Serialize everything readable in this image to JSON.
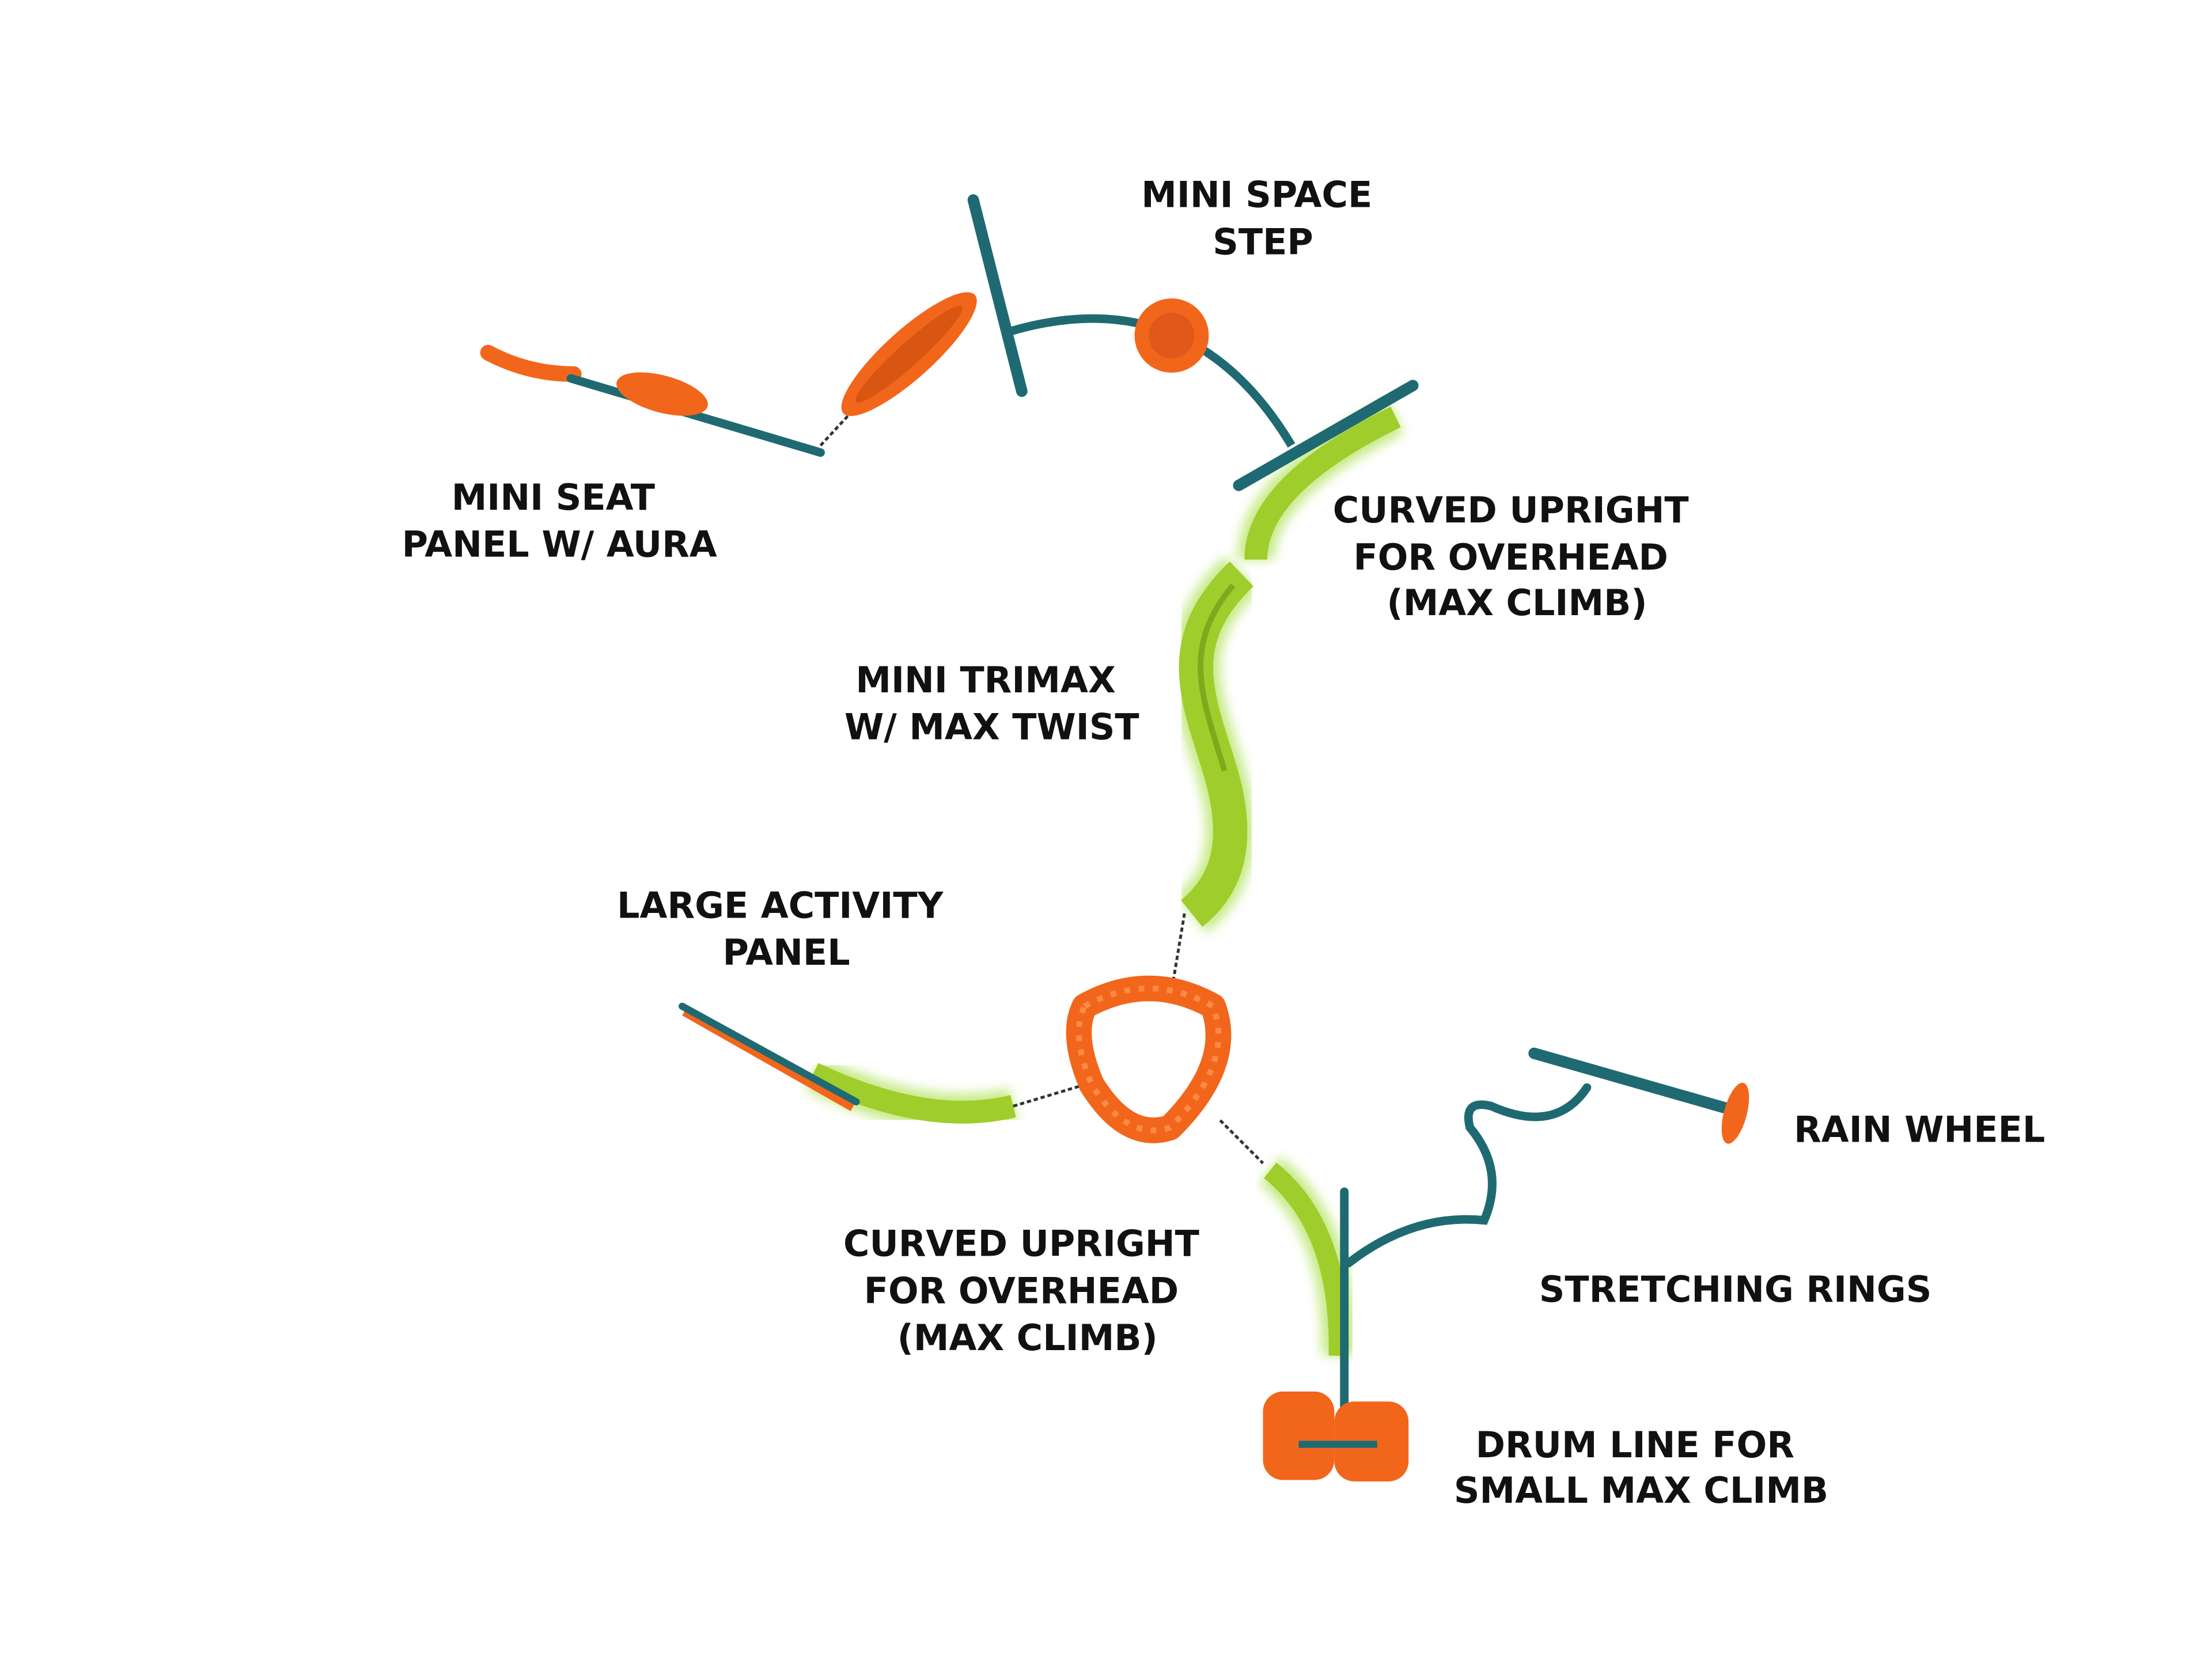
{
  "labels": {
    "mini_space_step": [
      "MINI SPACE",
      "STEP"
    ],
    "mini_seat_panel": [
      "MINI SEAT",
      "PANEL W/ AURA"
    ],
    "curved_upright_top": [
      "CURVED UPRIGHT",
      "FOR OVERHEAD",
      "(MAX CLIMB)"
    ],
    "mini_trimax": [
      "MINI TRIMAX",
      "W/ MAX TWIST"
    ],
    "large_activity_panel": [
      "LARGE ACTIVITY",
      "PANEL"
    ],
    "rain_wheel": [
      "RAIN WHEEL"
    ],
    "stretching_rings": [
      "STRETCHING RINGS"
    ],
    "curved_upright_bottom": [
      "CURVED UPRIGHT",
      "FOR OVERHEAD",
      "(MAX CLIMB)"
    ],
    "drum_line": [
      "DRUM LINE FOR",
      "SMALL MAX CLIMB"
    ]
  },
  "colors": {
    "teal": "#1f6a72",
    "orange": "#f2661b",
    "green": "#9fcd2b",
    "text": "#111111"
  }
}
